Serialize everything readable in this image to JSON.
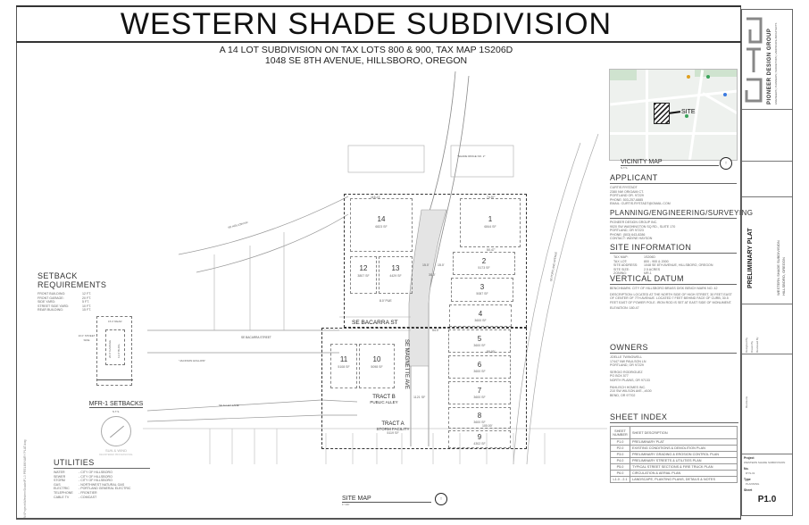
{
  "header": {
    "title": "WESTERN SHADE SUBDIVISION",
    "subtitle_line1": "A 14 LOT SUBDIVISION ON TAX LOTS 800 & 900, TAX MAP 1S206D",
    "subtitle_line2": "1048 SE 8TH AVENUE, HILLSBORO, OREGON"
  },
  "vicinity_map": {
    "title": "VICINITY MAP",
    "scale": "N.T.S.",
    "site_label": "SITE",
    "north_arrow": "N"
  },
  "applicant": {
    "title": "APPLICANT",
    "lines": [
      "CURTIS RYSTADT",
      "2380 NW ORIGAMI CT.",
      "PORTLAND OR. 97229",
      "PHONE: 503-257-6885",
      "EMAIL: CURTIS.RYSTADT@GMAIL.COM"
    ]
  },
  "planning": {
    "title": "PLANNING/ENGINEERING/SURVEYING",
    "lines": [
      "PIONEER DESIGN GROUP INC.",
      "9020 SW WASHINGTON SQ RD., SUITE 170",
      "PORTLAND, OR 97223",
      "PHONE: (503) 643-8286",
      "CONTACT: WAYNE HAYSON"
    ]
  },
  "site_information": {
    "title": "SITE INFORMATION",
    "rows": [
      {
        "k": "TAX MAP:",
        "v": "1S206D"
      },
      {
        "k": "TAX LOT:",
        "v": "800 - 900 & 2000"
      },
      {
        "k": "SITE ADDRESS:",
        "v": "1048 SE 8TH AVENUE, HILLSBORO, OREGON"
      },
      {
        "k": "SITE SIZE:",
        "v": "2.5 ACRES"
      },
      {
        "k": "ZONING:",
        "v": "MR-1"
      }
    ]
  },
  "vertical_datum": {
    "title": "VERTICAL DATUM",
    "benchmark": "BENCHMARK: CITY OF HILLSBORO BRASS DISK BENCH MARK NO. 42",
    "description": "DESCRIPTION: LOCATED AT THE NORTH SIDE OF HIGH STREET, 30 FEET EAST OF CENTER OF 7TH AVENUE. LOCATED 7 FEET BEHIND FACE OF CURB, 30.5 FEET EAST OF POWER POLE. IRON ROD IS SET AT EAST SIDE OF MONUMENT.",
    "elevation": "ELEVATION: 180.47"
  },
  "owners": {
    "title": "OWNERS",
    "groups": [
      [
        "JOELLE TWINGWELL",
        "17447 NW PAULSON LN",
        "PORTLAND, OR 97229"
      ],
      [
        "SERGIO RODRIGUEZ",
        "PO BOX 577",
        "NORTH PLAINS, OR 97133"
      ],
      [
        "PAHLISCH HOMES INC.",
        "210 SW WILSON AVE., #100",
        "BEND, OR 97702"
      ]
    ]
  },
  "sheet_index": {
    "title": "SHEET INDEX",
    "header": [
      "SHEET NUMBER",
      "SHEET DESCRIPTION"
    ],
    "rows": [
      [
        "P1.0",
        "PRELIMINARY PLAT"
      ],
      [
        "P2.0",
        "EXISTING CONDITIONS & DEMOLITION PLAN"
      ],
      [
        "P3.0",
        "PRELIMINARY GRADING & EROSION CONTROL PLAN"
      ],
      [
        "P4.0",
        "PRELIMINARY STREETS & UTILITIES PLAN"
      ],
      [
        "P5.0",
        "TYPICAL STREET SECTIONS & FIRE TRUCK PLAN"
      ],
      [
        "P6.0",
        "CIRCULATION & AERIAL PLAN"
      ],
      [
        "L1.0 - 2.1",
        "LANDSCAPE, PLANTING PLANS, DETAILS & NOTES"
      ]
    ]
  },
  "setbacks": {
    "title": "SETBACK REQUIREMENTS",
    "rows": [
      {
        "k": "FRONT BUILDING:",
        "v": "12 FT."
      },
      {
        "k": "FRONT GARAGE:",
        "v": "20 FT."
      },
      {
        "k": "SIDE YARD:",
        "v": "5 FT."
      },
      {
        "k": "STREET SIDE YARD:",
        "v": "10 FT."
      },
      {
        "k": "REAR BUILDING:",
        "v": "15 FT."
      }
    ],
    "diagram": {
      "rear": "15.0' REAR",
      "street_side": "10.0' STREET SIDE",
      "garage": "20.0' GARAGE",
      "bldg": "12.0' BLDG."
    },
    "caption": "MFR-1 SETBACKS",
    "caption_scale": "N.T.S."
  },
  "stamp": {
    "label": "SUN & WIND",
    "sub": "REGISTERED PROFESSIONAL"
  },
  "utilities": {
    "title": "UTILITIES",
    "rows": [
      {
        "k": "WATER",
        "v": "- CITY OF HILLSBORO"
      },
      {
        "k": "SEWER",
        "v": "- CITY OF HILLSBORO"
      },
      {
        "k": "STORM",
        "v": "- CITY OF HILLSBORO"
      },
      {
        "k": "GAS",
        "v": "- NORTHWEST NATURAL GAS"
      },
      {
        "k": "ELECTRIC",
        "v": "- PORTLAND GENERAL ELECTRIC"
      },
      {
        "k": "TELEPHONE",
        "v": "- FRONTIER"
      },
      {
        "k": "CABLE TV",
        "v": "- COMCAST"
      }
    ]
  },
  "side_note": "N:\\Projects\\WesternShade\\P1.0 PRELIMINARY PLAT.dwg",
  "site_map": {
    "title": "SITE MAP",
    "scale": "1\"=40'",
    "streets": {
      "bacarra": "SE BACARRA ST",
      "magnette": "SE MAGNETTE AVE",
      "bacarra_existing": "SE BACARRA STREET",
      "hollow": "SE HOLLOW DR",
      "alley": "SE ALLEY LANE",
      "portland": "SE PORTLAND AVENUE",
      "plat_note": "\"SHADE RIDGE NO. 2\"",
      "jackson": "\"JACKSON HOLLOW\""
    },
    "lots": [
      {
        "n": "1",
        "sf": "6844 SF"
      },
      {
        "n": "2",
        "sf": "5173 SF"
      },
      {
        "n": "3",
        "sf": "5087 SF"
      },
      {
        "n": "4",
        "sf": "3600 SF"
      },
      {
        "n": "5",
        "sf": "3600 SF"
      },
      {
        "n": "6",
        "sf": "3600 SF"
      },
      {
        "n": "7",
        "sf": "3600 SF"
      },
      {
        "n": "8",
        "sf": "3600 SF"
      },
      {
        "n": "9",
        "sf": "4302 SF"
      },
      {
        "n": "10",
        "sf": "5098 SF"
      },
      {
        "n": "11",
        "sf": "5108 SF"
      },
      {
        "n": "12",
        "sf": "3807 SF"
      },
      {
        "n": "13",
        "sf": "4429 SF"
      },
      {
        "n": "14",
        "sf": "6823 SF"
      }
    ],
    "tract_a": {
      "name": "TRACT A",
      "use": "STORM FACILITY",
      "sf": "5119 SF"
    },
    "tract_b": {
      "name": "TRACT B",
      "use": "PUBLIC ALLEY",
      "sf": "1121 SF"
    },
    "dims": [
      "15.0'",
      "15.0'",
      "30.0'",
      "54.0'",
      "8.0' PUE",
      "100.00'",
      "116.21'",
      "74.97'",
      "50.47'",
      "50.00'"
    ]
  },
  "title_block": {
    "company": "PIONEER DESIGN GROUP",
    "company_sub": "ENGINEERS | PLANNERS | SURVEYORS | LANDSCAPE ARCHITECTS",
    "sheet_title": "PRELIMINARY PLAT",
    "project_name": "WESTERN SHADE SUBDIVISION",
    "project_location": "HILLSBORO, OREGON",
    "designed_by": "Designed By",
    "drawn_by": "Drawn By",
    "reviewed_by": "Reviewed By",
    "revisions": "Revisions",
    "project_label": "Project",
    "project_value": "WESTERN SHADE SUBDIVISION",
    "no_label": "No.",
    "no_value": "RYS-01",
    "type_label": "Type",
    "type_value": "PLANNING",
    "sheet_label": "Sheet",
    "sheet_number": "P1.0"
  }
}
